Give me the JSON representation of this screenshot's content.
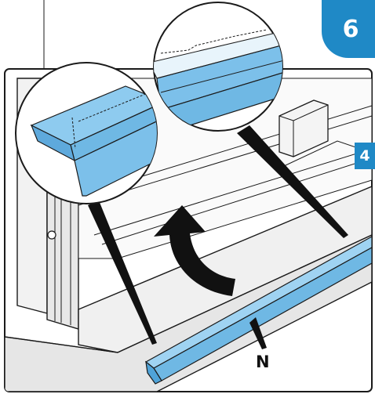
{
  "step_number": "6",
  "reference_number": "4",
  "part_label": "N",
  "colors": {
    "accent_blue": "#1f89c6",
    "part_blue": "#7cc0ea",
    "line": "#1a1a1a"
  }
}
